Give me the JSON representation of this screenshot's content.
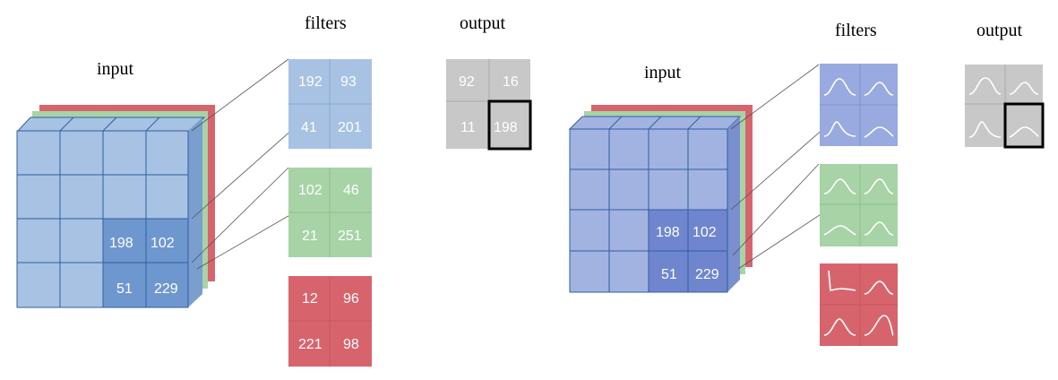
{
  "labels": {
    "left_input": "input",
    "left_filters": "filters",
    "left_output": "output",
    "right_input": "input",
    "right_filters": "filters",
    "right_output": "output"
  },
  "left": {
    "input_values": [
      "198",
      "102",
      "51",
      "229"
    ],
    "filters": [
      {
        "channel": "blue",
        "values": [
          "192",
          "93",
          "41",
          "201"
        ]
      },
      {
        "channel": "green",
        "values": [
          "102",
          "46",
          "21",
          "251"
        ]
      },
      {
        "channel": "red",
        "values": [
          "12",
          "96",
          "221",
          "98"
        ]
      }
    ],
    "output_values": [
      "92",
      "16",
      "11",
      "198"
    ]
  },
  "right": {
    "input_values": [
      "198",
      "102",
      "51",
      "229"
    ]
  },
  "colors": {
    "blue": "#a7c2e3",
    "blue_dark": "#6f97cf",
    "green": "#a7d3a7",
    "red": "#d7646d",
    "purple": "#8d5a8f",
    "gray": "#c8c8c8",
    "right_blue": "#a2b3e2",
    "right_blue_dark": "#6f86cf",
    "right_filter_blue": "#98aadf"
  }
}
